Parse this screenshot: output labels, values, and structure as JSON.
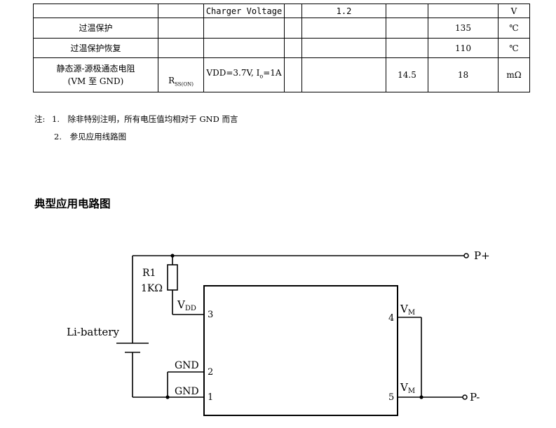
{
  "table": {
    "rows": [
      {
        "param": "",
        "symbol": "",
        "condition": "Charger Voltage",
        "typ": "1.2",
        "unit": "V"
      },
      {
        "param": "过温保护",
        "max": "135",
        "unit": "℃"
      },
      {
        "param": "过温保护恢复",
        "max": "110",
        "unit": "℃"
      },
      {
        "param_line1": "静态源-源极通态电阻",
        "param_line2": "(VM 至 GND)",
        "symbol_main": "R",
        "symbol_sub": "SS(ON)",
        "condition_a": "VDD=3.7V, I",
        "condition_sub": "o",
        "condition_b": "=1A",
        "typ": "14.5",
        "max": "18",
        "unit": "mΩ"
      }
    ]
  },
  "notes": {
    "label": "注:",
    "items": [
      {
        "num": "1.",
        "text": "除非特别注明，所有电压值均相对于 GND 而言"
      },
      {
        "num": "2.",
        "text": "参见应用线路图"
      }
    ]
  },
  "section_title": "典型应用电路图",
  "circuit": {
    "battery_label": "Li-battery",
    "resistor_name": "R1",
    "resistor_value": "1KΩ",
    "out_plus": "P+",
    "out_minus": "P-",
    "pins": [
      {
        "num": "3",
        "name": "V",
        "sub": "DD"
      },
      {
        "num": "2",
        "name": "GND"
      },
      {
        "num": "1",
        "name": "GND"
      },
      {
        "num": "4",
        "name": "V",
        "sub": "M"
      },
      {
        "num": "5",
        "name": "V",
        "sub": "M"
      }
    ]
  }
}
